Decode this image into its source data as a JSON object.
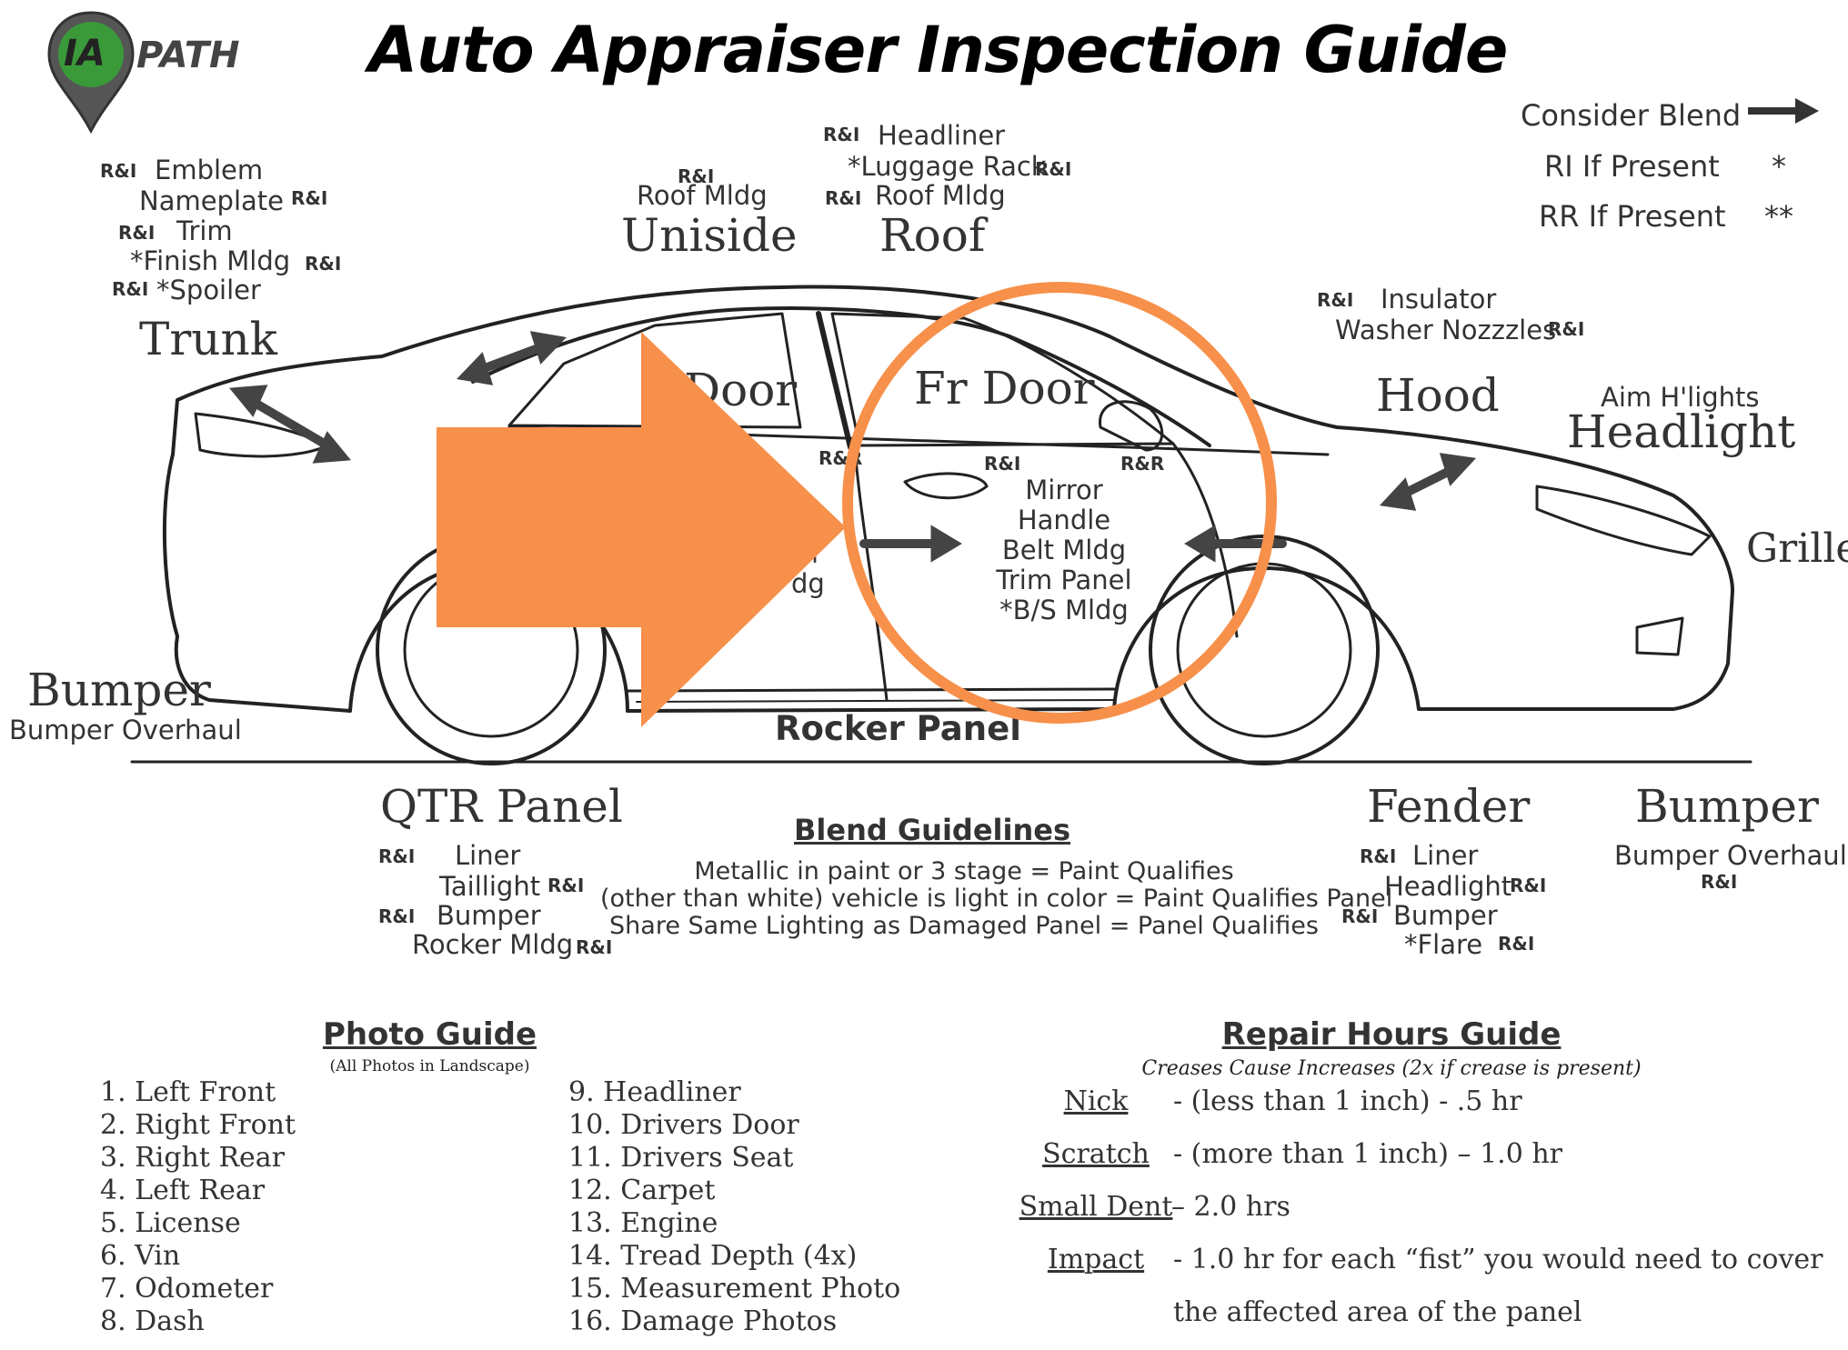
{
  "title": "Auto Appraiser Inspection Guide",
  "logo": {
    "text_ia": "IA",
    "text_path": "PATH",
    "colors": {
      "green": "#3a9a3a",
      "dark": "#444444"
    }
  },
  "legend": [
    {
      "label": "Consider Blend",
      "symbol": "arrow-right-icon"
    },
    {
      "label": "RI If Present",
      "symbol": "*"
    },
    {
      "label": "RR If Present",
      "symbol": "**"
    }
  ],
  "tag_ri": "R&I",
  "tag_rr": "R&R",
  "trunk": {
    "title": "Trunk",
    "items": [
      "Emblem",
      "Nameplate",
      "Trim",
      "*Finish Mldg",
      "*Spoiler"
    ]
  },
  "uniside": {
    "title": "Uniside",
    "items": [
      "Roof Mldg"
    ]
  },
  "roof": {
    "title": "Roof",
    "items": [
      "Headliner",
      "*Luggage Rack",
      "Roof Mldg"
    ]
  },
  "hood": {
    "title": "Hood",
    "items": [
      "Insulator",
      "Washer Nozzzles"
    ]
  },
  "headlight": {
    "title": "Headlight",
    "note": "Aim H'lights"
  },
  "grille": {
    "title": "Grille"
  },
  "rear_door": {
    "title": "Door",
    "items": [
      "l",
      "dg"
    ]
  },
  "front_door": {
    "title": "Fr Door",
    "items": [
      "Mirror",
      "Handle",
      "Belt Mldg",
      "Trim Panel",
      "*B/S Mldg"
    ]
  },
  "rocker": {
    "title": "Rocker Panel"
  },
  "rear_bumper": {
    "title": "Bumper",
    "note": "Bumper Overhaul"
  },
  "qtr_panel": {
    "title": "QTR Panel",
    "items": [
      "Liner",
      "Taillight",
      "Bumper",
      "Rocker Mldg"
    ]
  },
  "fender": {
    "title": "Fender",
    "items": [
      "Liner",
      "Headlight",
      "Bumper",
      "*Flare"
    ]
  },
  "front_bumper": {
    "title": "Bumper",
    "note": "Bumper Overhaul"
  },
  "blend": {
    "title": "Blend Guidelines",
    "lines": [
      "Metallic in paint or 3 stage = Paint Qualifies",
      "(other than white) vehicle is light in color = Paint Qualifies Panel",
      "Share Same Lighting as Damaged Panel = Panel Qualifies"
    ]
  },
  "photo_guide": {
    "title": "Photo Guide",
    "subtitle": "(All Photos in Landscape)",
    "col1": [
      "1. Left Front",
      "2. Right Front",
      "3. Right Rear",
      "4. Left Rear",
      "5. License",
      "6. Vin",
      "7. Odometer",
      "8. Dash"
    ],
    "col2": [
      "9. Headliner",
      "10. Drivers Door",
      "11. Drivers Seat",
      "12. Carpet",
      "13. Engine",
      "14. Tread Depth (4x)",
      "15. Measurement Photo",
      "16. Damage Photos"
    ]
  },
  "repair_hours": {
    "title": "Repair Hours Guide",
    "subtitle": "Creases Cause Increases (2x if crease is present)",
    "rows": [
      {
        "term": "Nick",
        "desc": "- (less than 1 inch) - .5 hr"
      },
      {
        "term": "Scratch",
        "desc": "- (more than 1 inch) – 1.0 hr"
      },
      {
        "term": "Small Dent",
        "desc": "– 2.0 hrs"
      },
      {
        "term": "Impact",
        "desc": "- 1.0 hr for each “fist” you would need to cover"
      }
    ],
    "continuation": "the affected area of the panel"
  },
  "overlay_colors": {
    "orange": "#f7904a"
  }
}
